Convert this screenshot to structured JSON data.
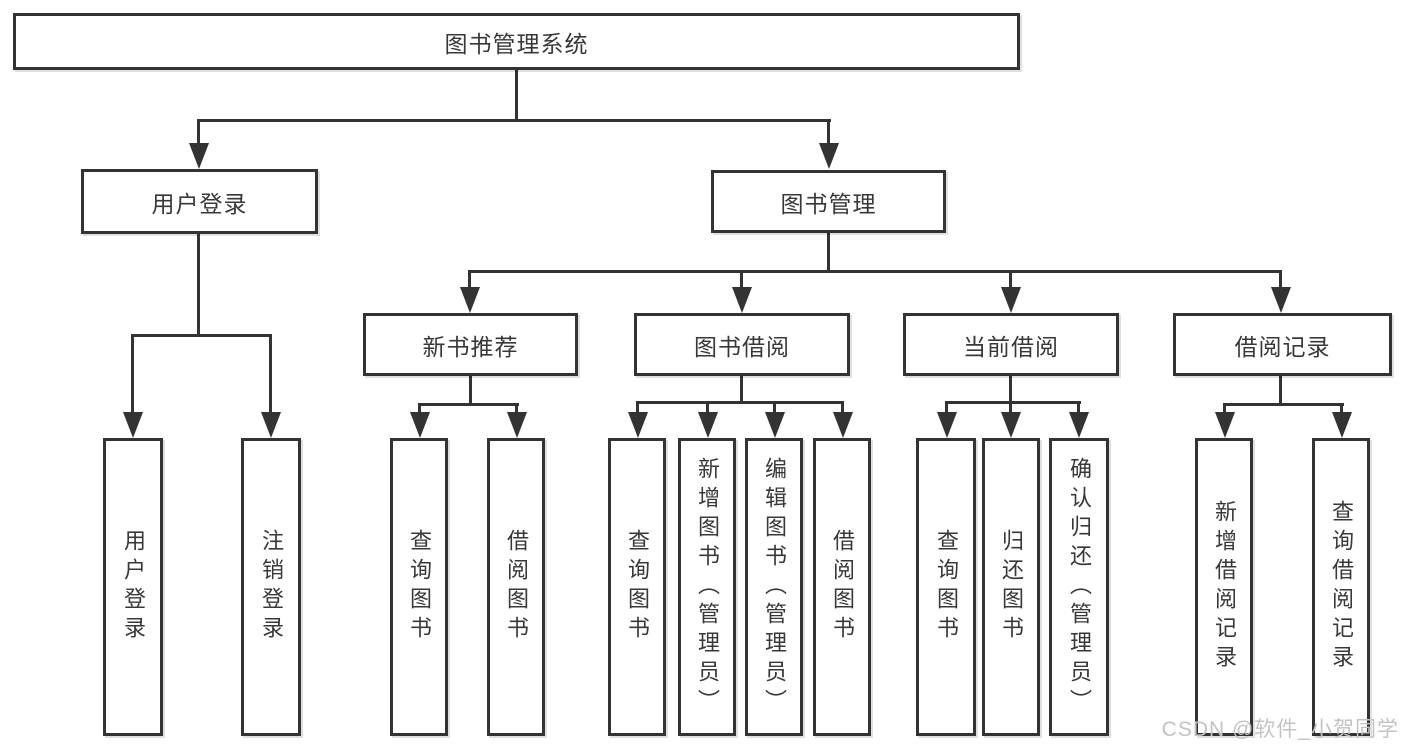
{
  "root": {
    "label": "图书管理系统"
  },
  "level1": [
    {
      "label": "用户登录"
    },
    {
      "label": "图书管理"
    }
  ],
  "level2": [
    {
      "label": "新书推荐"
    },
    {
      "label": "图书借阅"
    },
    {
      "label": "当前借阅"
    },
    {
      "label": "借阅记录"
    }
  ],
  "leaves": {
    "user_login": [
      {
        "label": "用户登录"
      },
      {
        "label": "注销登录"
      }
    ],
    "new_book": [
      {
        "label": "查询图书"
      },
      {
        "label": "借阅图书"
      }
    ],
    "book_borrow": [
      {
        "label": "查询图书"
      },
      {
        "label": "新增图书（管理员）"
      },
      {
        "label": "编辑图书（管理员）"
      },
      {
        "label": "借阅图书"
      }
    ],
    "current_borrow": [
      {
        "label": "查询图书"
      },
      {
        "label": "归还图书"
      },
      {
        "label": "确认归还（管理员）"
      }
    ],
    "borrow_records": [
      {
        "label": "新增借阅记录"
      },
      {
        "label": "查询借阅记录"
      }
    ]
  },
  "watermark": {
    "text": "CSDN @软件_小贺同学"
  },
  "colors": {
    "line": "#333333",
    "text": "#383838",
    "background": "#ffffff",
    "watermark": "#c3c3c3"
  }
}
